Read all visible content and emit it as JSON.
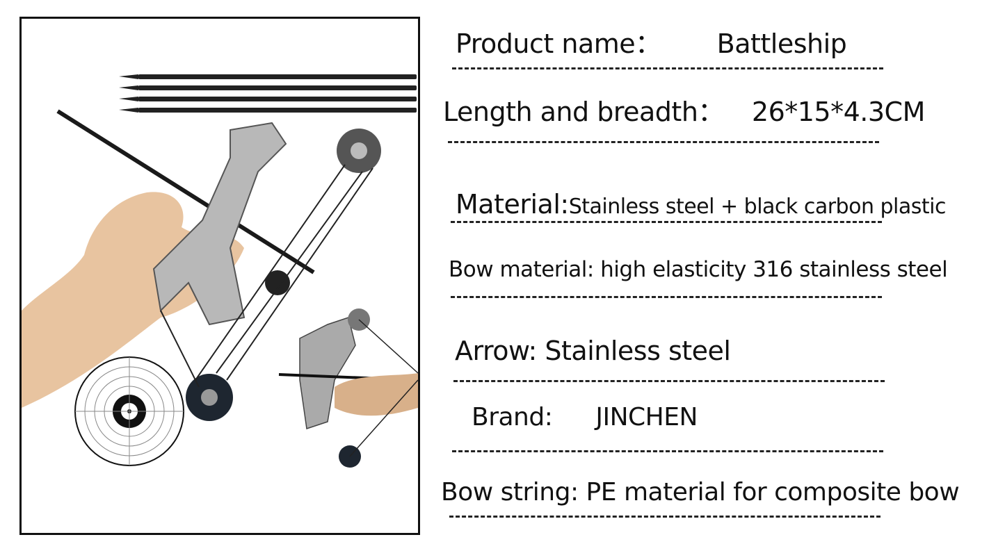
{
  "product_image": {
    "alt": "Mini compound bow with arrows, target, and bow held in hand",
    "elements": [
      "arrows",
      "compound-bow",
      "hand",
      "target",
      "small-bow-in-hand"
    ]
  },
  "specs": [
    {
      "label": "Product name：",
      "value": "Battleship"
    },
    {
      "label": "Length and breadth：",
      "value": "26*15*4.3CM"
    },
    {
      "label": "Material:",
      "value": "Stainless steel + black carbon plastic"
    },
    {
      "label": "Bow material:",
      "value": "high elasticity 316 stainless steel"
    },
    {
      "label": "Arrow:",
      "value": "Stainless steel"
    },
    {
      "label": "Brand:",
      "value": "JINCHEN"
    },
    {
      "label": "Bow string:",
      "value": "PE material for composite bow"
    }
  ],
  "colors": {
    "text": "#111111",
    "frame": "#111111",
    "background": "#ffffff"
  }
}
